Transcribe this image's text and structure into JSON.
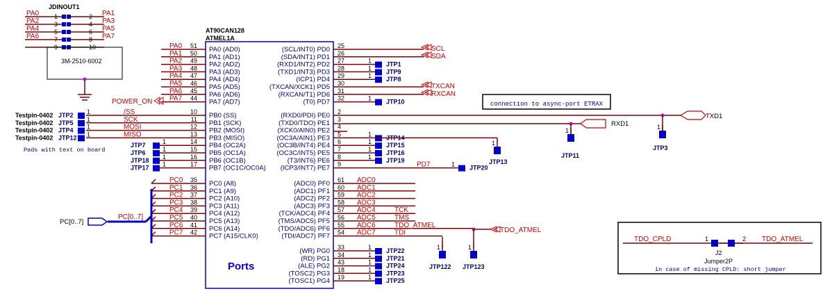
{
  "colors": {
    "wire": "#800000",
    "net": "#cc0000",
    "pin": "#000080",
    "part": "#0000cc",
    "junction": "#cc00cc"
  },
  "header": {
    "ref": "JDINOUT1",
    "part": "3M-2510-6002",
    "rows": [
      {
        "ln": "PA0",
        "n1": "1",
        "n2": "2",
        "rn": "PA1"
      },
      {
        "ln": "PA2",
        "n1": "3",
        "n2": "4",
        "rn": "PA3"
      },
      {
        "ln": "PA4",
        "n1": "5",
        "n2": "6",
        "rn": "PA5"
      },
      {
        "ln": "PA6",
        "n1": "7",
        "n2": "8",
        "rn": "PA7"
      },
      {
        "ln": "",
        "n1": "9",
        "n2": "10",
        "rn": ""
      }
    ]
  },
  "mcu": {
    "part": "AT90CAN128",
    "ref": "ATMEL1A",
    "title": "Ports",
    "left": [
      {
        "net": "PA0",
        "num": "51",
        "name": "PA0 (AD0)"
      },
      {
        "net": "PA1",
        "num": "50",
        "name": "PA1 (AD1)"
      },
      {
        "net": "PA2",
        "num": "49",
        "name": "PA2 (AD2)"
      },
      {
        "net": "PA3",
        "num": "48",
        "name": "PA3 (AD3)"
      },
      {
        "net": "PA4",
        "num": "47",
        "name": "PA4 (AD4)"
      },
      {
        "net": "PA5",
        "num": "46",
        "name": "PA5 (AD5)"
      },
      {
        "net": "PA6",
        "num": "45",
        "name": "PA6 (AD6)"
      },
      {
        "net": "PA7",
        "num": "44",
        "name": "PA7 (AD7)"
      },
      {
        "net": "/SS",
        "num": "10",
        "name": "PB0 (SS)"
      },
      {
        "net": "SCK",
        "num": "11",
        "name": "PB1 (SCK)"
      },
      {
        "net": "MOSI",
        "num": "12",
        "name": "PB2 (MOSI)"
      },
      {
        "net": "MISO",
        "num": "13",
        "name": "PB3 (MISO)"
      },
      {
        "net": "",
        "num": "14",
        "name": "PB4 (OC2A)"
      },
      {
        "net": "",
        "num": "15",
        "name": "PB5 (OC1A)"
      },
      {
        "net": "",
        "num": "16",
        "name": "PB6 (OC1B)"
      },
      {
        "net": "",
        "num": "17",
        "name": "PB7 (OC1C/OC0A)"
      },
      {
        "net": "PC0",
        "num": "35",
        "name": "PC0 (A8)"
      },
      {
        "net": "PC1",
        "num": "36",
        "name": "PC1 (A9)"
      },
      {
        "net": "PC2",
        "num": "37",
        "name": "PC2 (A10)"
      },
      {
        "net": "PC3",
        "num": "38",
        "name": "PC3 (A11)"
      },
      {
        "net": "PC4",
        "num": "39",
        "name": "PC4 (A12)"
      },
      {
        "net": "PC5",
        "num": "40",
        "name": "PC5 (A13)"
      },
      {
        "net": "PC6",
        "num": "41",
        "name": "PC6 (A14)"
      },
      {
        "net": "PC7",
        "num": "42",
        "name": "PC7 (A15/CLK0)"
      }
    ],
    "right": [
      {
        "name": "(SCL/INT0) PD0",
        "num": "25",
        "net": ""
      },
      {
        "name": "(SDA/INT1) PD1",
        "num": "26",
        "net": ""
      },
      {
        "name": "(RXD1/INT2) PD2",
        "num": "27",
        "net": ""
      },
      {
        "name": "(TXD1/INT3) PD3",
        "num": "28",
        "net": ""
      },
      {
        "name": "(ICP1) PD4",
        "num": "29",
        "net": ""
      },
      {
        "name": "(TXCAN/XCK1) PD5",
        "num": "30",
        "net": ""
      },
      {
        "name": "(RXCAN/T1) PD6",
        "num": "31",
        "net": ""
      },
      {
        "name": "(T0) PD7",
        "num": "32",
        "net": ""
      },
      {
        "name": "(RXD0/PDI) PE0",
        "num": "2",
        "net": ""
      },
      {
        "name": "(TXD0/TDO) PE1",
        "num": "3",
        "net": ""
      },
      {
        "name": "(XCK0/AIN0) PE2",
        "num": "4",
        "net": ""
      },
      {
        "name": "(OC3A/AIN1) PE3",
        "num": "5",
        "net": ""
      },
      {
        "name": "(OC3B/INT4) PE4",
        "num": "6",
        "net": ""
      },
      {
        "name": "(OC3C/INT5) PE5",
        "num": "7",
        "net": ""
      },
      {
        "name": "(T3/INT6) PE6",
        "num": "8",
        "net": ""
      },
      {
        "name": "(ICP3/INT7) PE7",
        "num": "9",
        "net": "PD7"
      },
      {
        "name": "(ADC0) PF0",
        "num": "61",
        "net": "ADC0"
      },
      {
        "name": "(ADC1) PF1",
        "num": "60",
        "net": "ADC1"
      },
      {
        "name": "(ADC2) PF2",
        "num": "59",
        "net": "ADC2"
      },
      {
        "name": "(ADC3) PF3",
        "num": "58",
        "net": "ADC3"
      },
      {
        "name": "(TCK/ADC4) PF4",
        "num": "57",
        "net": "ADC4"
      },
      {
        "name": "(TMS/ADC5) PF5",
        "num": "56",
        "net": "ADC5"
      },
      {
        "name": "(TDO/ADC6) PF6",
        "num": "55",
        "net": "ADC6"
      },
      {
        "name": "(TDI/ADC7) PF7",
        "num": "54",
        "net": "ADC7"
      },
      {
        "name": "(WR) PG0",
        "num": "33",
        "net": ""
      },
      {
        "name": "(RD) PG1",
        "num": "34",
        "net": ""
      },
      {
        "name": "(ALE) PG2",
        "num": "43",
        "net": ""
      },
      {
        "name": "(TOSC2) PG3",
        "num": "18",
        "net": ""
      },
      {
        "name": "(TOSC1) PG4",
        "num": "19",
        "net": ""
      }
    ]
  },
  "netlabels": {
    "scl": "SCL",
    "sda": "SDA",
    "txcan": "TXCAN",
    "rxcan": "RXCAN",
    "power_on": "POWER_ON",
    "txd1": "TXD1",
    "rxd1": "RXD1",
    "tck": "TCK",
    "tms": "TMS",
    "tdo_atmel": "TDO_ATMEL",
    "tdi": "TDI",
    "tdo_atmel_port": "TDO_ATMEL",
    "pc_bus": "PC[0..7]",
    "pc_bus_port": "PC[0..7]"
  },
  "testpins": {
    "left_group": [
      {
        "ref": "JTP2",
        "part": "Testpin-0402"
      },
      {
        "ref": "JTP5",
        "part": "Testpin-0402"
      },
      {
        "ref": "JTP4",
        "part": "Testpin-0402"
      },
      {
        "ref": "JTP12",
        "part": "Testpin-0402"
      }
    ],
    "pb_group": [
      "JTP7",
      "JTP6",
      "JTP18",
      "JTP17"
    ],
    "pd_group": [
      "JTP9",
      "JTP8",
      "JTP10"
    ],
    "pe_group": [
      "JTP14",
      "JTP15",
      "JTP16",
      "JTP19"
    ],
    "pg_group": [
      "JTP22",
      "JTP21",
      "JTP24",
      "JTP23",
      "JTP25"
    ],
    "jtp1": "JTP1",
    "jtp20": "JTP20",
    "jtp13": "JTP13",
    "jtp11": "JTP11",
    "jtp3": "JTP3",
    "jtp122": "JTP122",
    "jtp123": "JTP123",
    "pin1": "1"
  },
  "notes": {
    "pads": "Pads with text on board",
    "async": "connection to async-port ETRAX",
    "cpld": "in case of missing CPLD: short jumper"
  },
  "jumper": {
    "ref": "J2",
    "part": "Jumper2P",
    "pin1": "1",
    "pin2": "2",
    "net_left": "TDO_CPLD",
    "net_right": "TDO_ATMEL"
  }
}
